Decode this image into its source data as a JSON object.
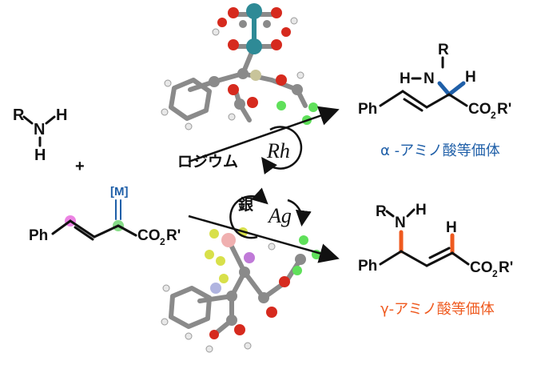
{
  "amine": {
    "r": "R",
    "n": "N",
    "h1": "H",
    "h2": "H"
  },
  "plus_sign": "+",
  "metal_marker": "[M]",
  "reactant": {
    "ph": "Ph",
    "ester_a": "CO",
    "ester_sub": "2",
    "ester_b": "R'"
  },
  "rhodium": {
    "symbol": "Rh",
    "label": "ロジウム"
  },
  "silver": {
    "symbol": "Ag",
    "label": "銀"
  },
  "alpha_product": {
    "r": "R",
    "n": "N",
    "h_n": "H",
    "h_c": "H",
    "ph": "Ph",
    "ester_a": "CO",
    "ester_sub": "2",
    "ester_b": "R'",
    "caption": "α -アミノ酸等価体"
  },
  "gamma_product": {
    "r": "R",
    "n": "N",
    "h_n": "H",
    "h_c": "H",
    "ph": "Ph",
    "ester_a": "CO",
    "ester_sub": "2",
    "ester_b": "R'",
    "caption": "γ-アミノ酸等価体"
  },
  "colors": {
    "alpha_highlight": "#1f5fa8",
    "gamma_highlight": "#ef5a1f",
    "rh_atom": "#2e8a96",
    "oxygen": "#d62a1e",
    "carbon": "#8a8a8a",
    "fluorine": "#5fe05a",
    "boron": "#f0b0b0",
    "sulfur": "#d8e04a",
    "silver_atom": "#c07ad8",
    "gamma_site_marker": "#e65ad9",
    "alpha_site_marker": "#5fd060"
  },
  "icons": [
    "rh-catalyst-model",
    "ag-catalyst-model",
    "reaction-arrow",
    "cycle-arrow"
  ]
}
